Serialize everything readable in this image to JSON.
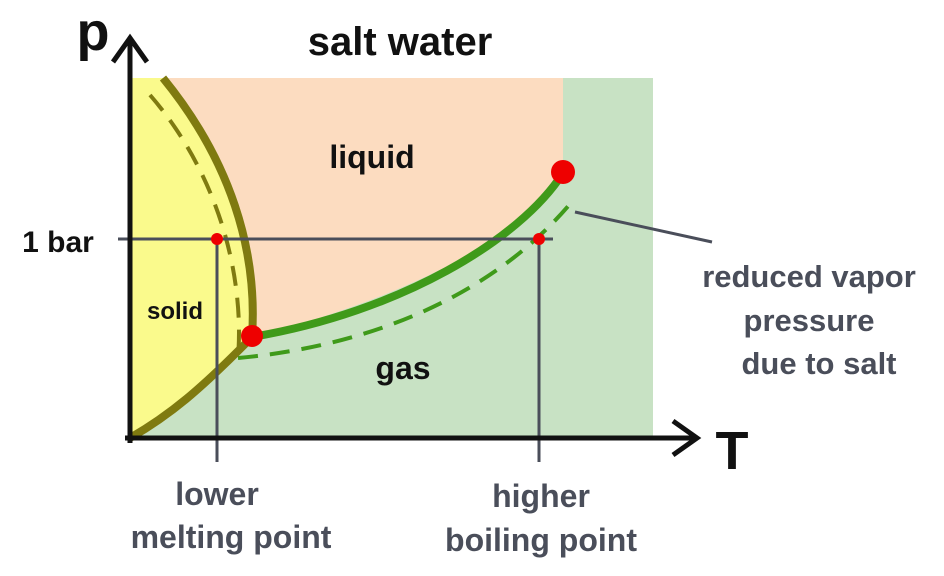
{
  "title": "salt water",
  "axes": {
    "y_label": "p",
    "x_label": "T",
    "pressure_tick": "1 bar"
  },
  "regions": {
    "liquid": "liquid",
    "solid": "solid",
    "gas": "gas"
  },
  "annotations": {
    "melting": [
      "lower",
      "melting point"
    ],
    "boiling": [
      "higher",
      "boiling point"
    ],
    "vapor": [
      "reduced vapor",
      "pressure",
      "due to salt"
    ]
  },
  "colors": {
    "solid_region": "#fafa8c",
    "liquid_region": "#fcdcc0",
    "gas_region": "#c8e2c4",
    "melting_curve": "#7f7a10",
    "boiling_curve": "#3f9a1a",
    "points": "#ee0000",
    "guide_lines": "#4a4e5a",
    "axes": "#111111"
  }
}
